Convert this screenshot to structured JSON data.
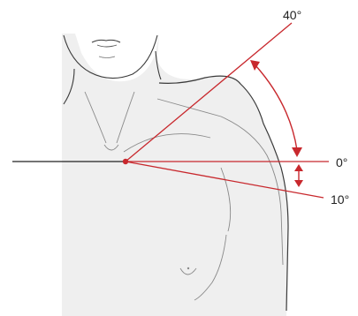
{
  "diagram": {
    "labels": {
      "upper": "40°",
      "neutral": "0°",
      "lower": "10°"
    },
    "colors": {
      "skin": "#efefef",
      "outline": "#3a3a3a",
      "fine_line": "#8a8a8a",
      "axis": "#222222",
      "measure": "#c8282d",
      "background": "#ffffff"
    }
  }
}
